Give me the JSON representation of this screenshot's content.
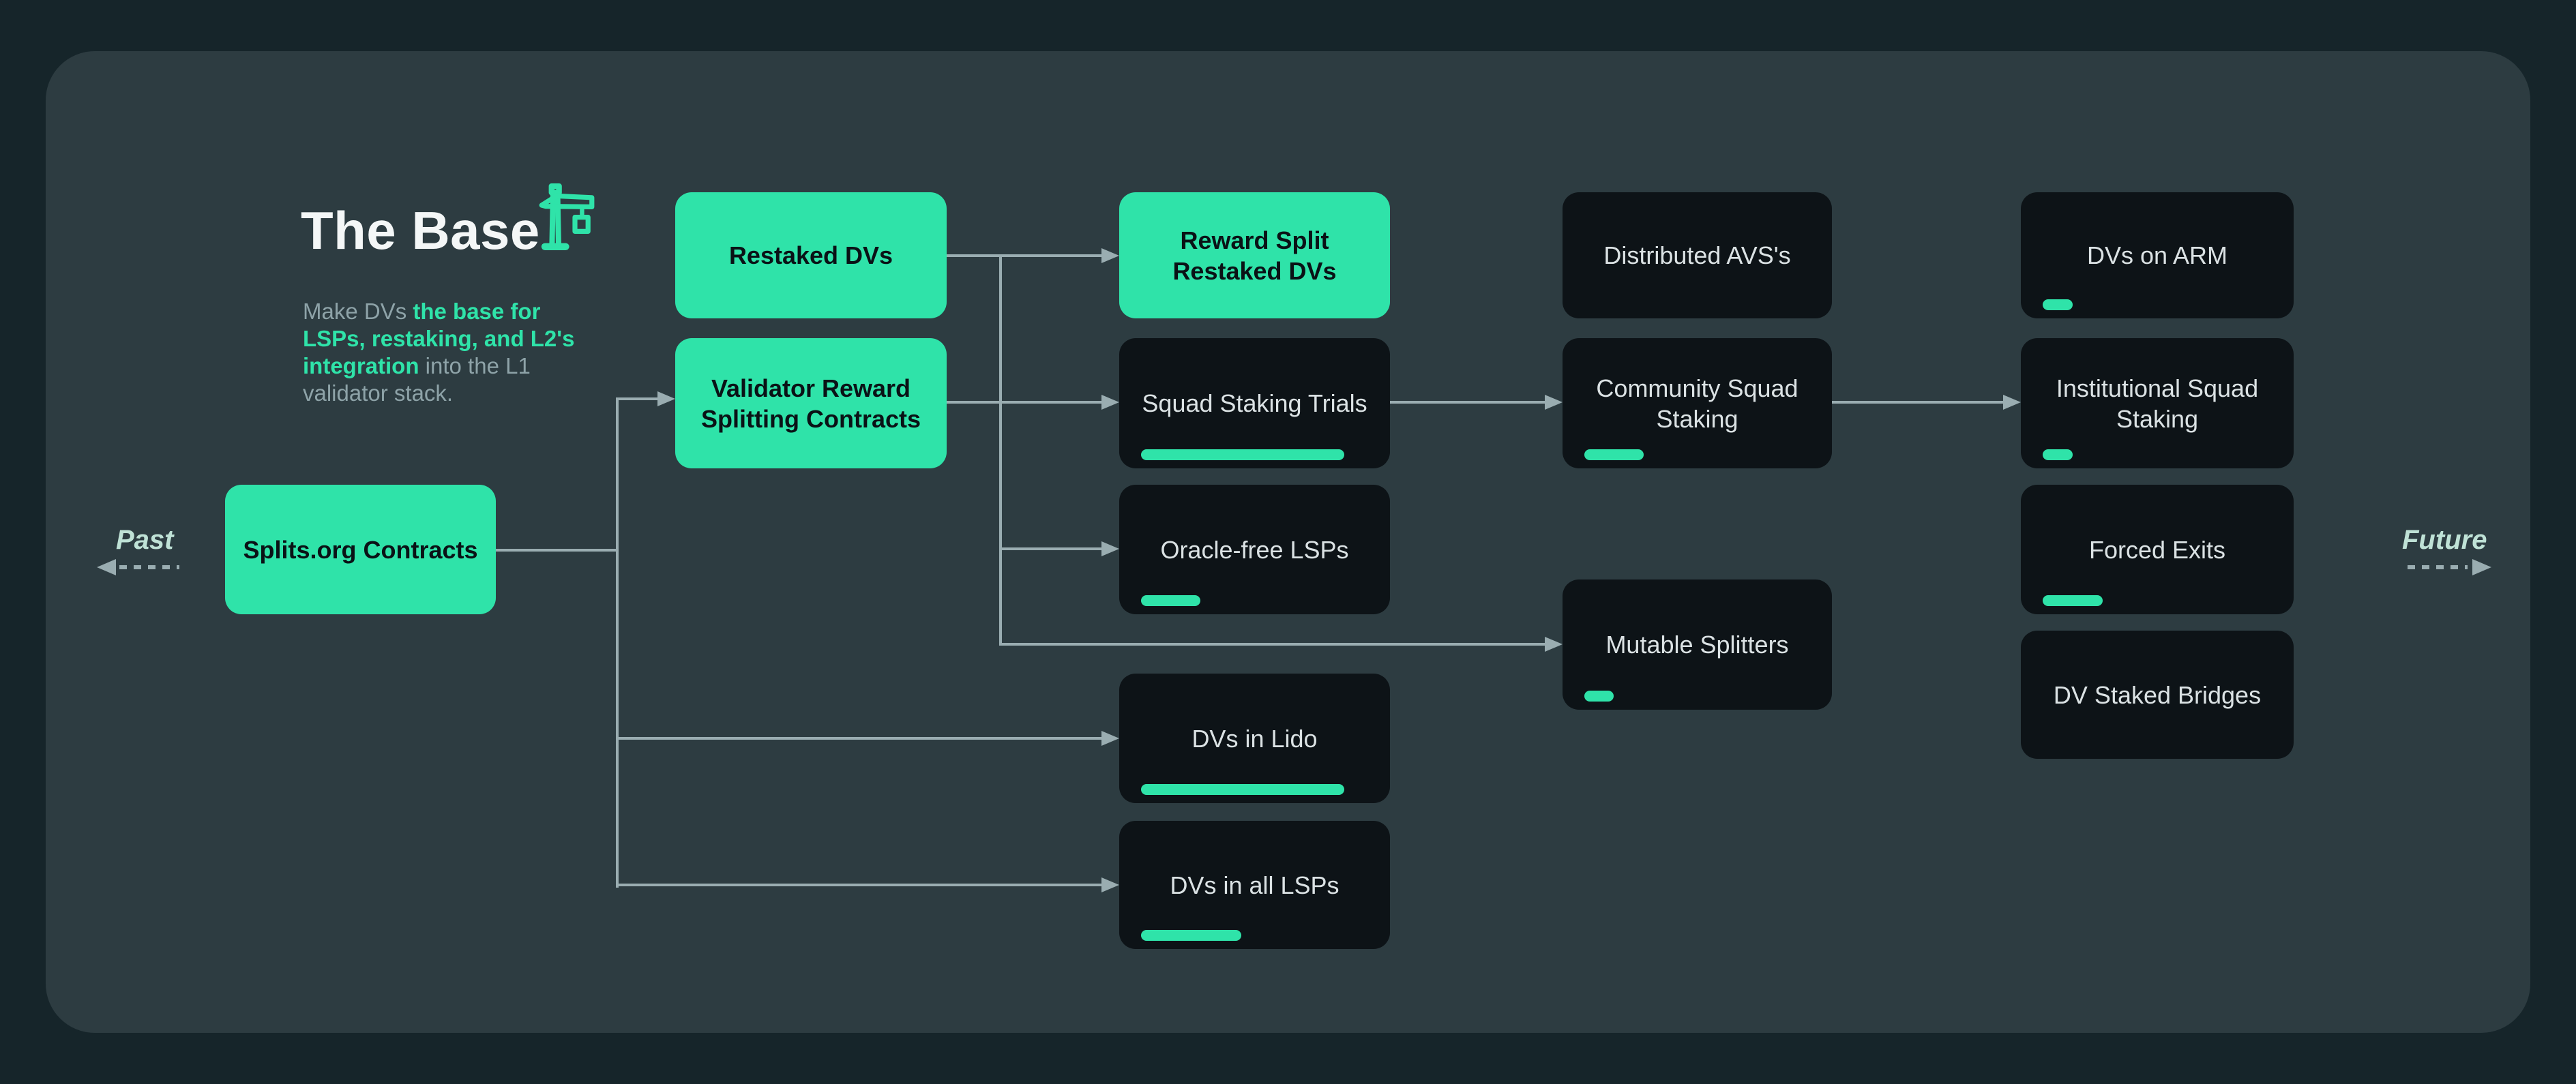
{
  "header": {
    "title": "The Base",
    "icon": "crane-icon",
    "subtitle_segments": [
      {
        "text": "Make DVs ",
        "em": false
      },
      {
        "text": "the base for\nLSPs, restaking, and L2's\nintegration",
        "em": true
      },
      {
        "text": " into the L1\nvalidator stack.",
        "em": false
      }
    ]
  },
  "timeline": {
    "past_label": "Past",
    "future_label": "Future"
  },
  "colors": {
    "background": "#16252a",
    "board": "#2d3c41",
    "accent_green": "#2fe3a9",
    "node_dark": "#0d1317",
    "node_text_light": "#dbe2e4",
    "node_text_dark": "#0a1216",
    "connector": "#9aadb1",
    "muted_text": "#8ea3a8",
    "timeline_text": "#bfe2d6"
  },
  "nodes": {
    "splits_org": {
      "label": "Splits.org Contracts",
      "type": "highlight"
    },
    "restaked_dvs": {
      "label": "Restaked DVs",
      "type": "highlight"
    },
    "validator_reward": {
      "label": "Validator Reward\nSplitting Contracts",
      "type": "highlight"
    },
    "reward_split_restaked": {
      "label": "Reward Split\nRestaked DVs",
      "type": "highlight"
    },
    "squad_staking_trials": {
      "label": "Squad Staking Trials",
      "type": "dark",
      "progress": 75
    },
    "oracle_free_lsps": {
      "label": "Oracle-free LSPs",
      "type": "dark",
      "progress": 22
    },
    "dvs_in_lido": {
      "label": "DVs in Lido",
      "type": "dark",
      "progress": 75
    },
    "dvs_in_all_lsps": {
      "label": "DVs in all LSPs",
      "type": "dark",
      "progress": 37
    },
    "distributed_avss": {
      "label": "Distributed AVS's",
      "type": "dark"
    },
    "community_squad_staking": {
      "label": "Community Squad\nStaking",
      "type": "dark",
      "progress": 22
    },
    "mutable_splitters": {
      "label": "Mutable Splitters",
      "type": "dark",
      "progress": 11
    },
    "dvs_on_arm": {
      "label": "DVs on ARM",
      "type": "dark",
      "progress": 11
    },
    "institutional_squad_staking": {
      "label": "Institutional Squad\nStaking",
      "type": "dark",
      "progress": 11
    },
    "forced_exits": {
      "label": "Forced Exits",
      "type": "dark",
      "progress": 22
    },
    "dv_staked_bridges": {
      "label": "DV Staked Bridges",
      "type": "dark"
    }
  }
}
